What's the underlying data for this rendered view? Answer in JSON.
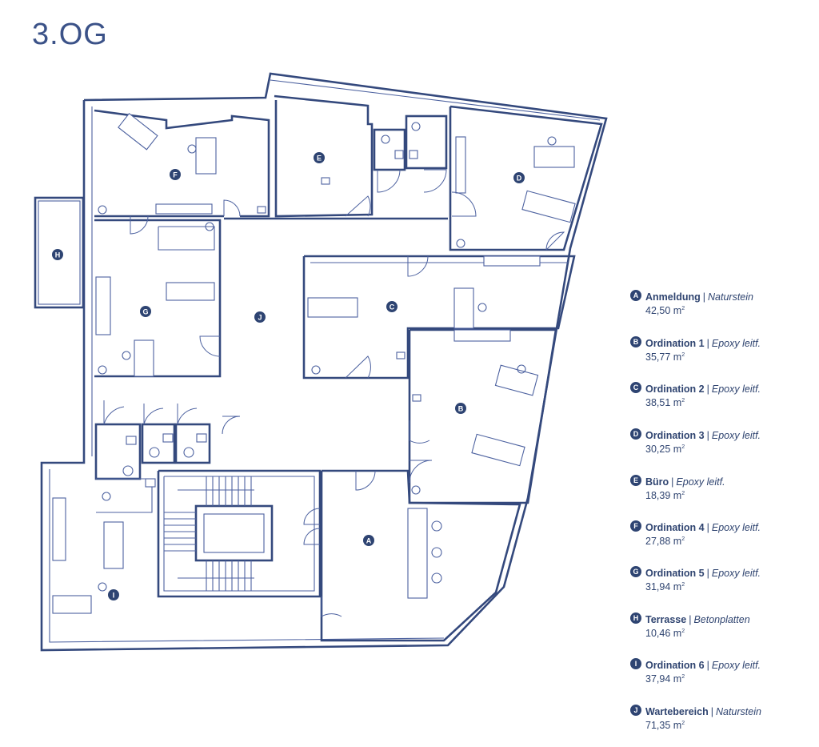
{
  "floor_title": "3.OG",
  "area_unit": "m",
  "area_unit_exp": "2",
  "rooms": [
    {
      "id": "A",
      "name": "Anmeldung",
      "material": "Naturstein",
      "area": "42,50"
    },
    {
      "id": "B",
      "name": "Ordination 1",
      "material": "Epoxy leitf.",
      "area": "35,77"
    },
    {
      "id": "C",
      "name": "Ordination 2",
      "material": "Epoxy leitf.",
      "area": "38,51"
    },
    {
      "id": "D",
      "name": "Ordination 3",
      "material": "Epoxy leitf.",
      "area": "30,25"
    },
    {
      "id": "E",
      "name": "Büro",
      "material": "Epoxy leitf.",
      "area": "18,39"
    },
    {
      "id": "F",
      "name": "Ordination 4",
      "material": "Epoxy leitf.",
      "area": "27,88"
    },
    {
      "id": "G",
      "name": "Ordination 5",
      "material": "Epoxy leitf.",
      "area": "31,94"
    },
    {
      "id": "H",
      "name": "Terrasse",
      "material": "Betonplatten",
      "area": "10,46"
    },
    {
      "id": "I",
      "name": "Ordination 6",
      "material": "Epoxy leitf.",
      "area": "37,94"
    },
    {
      "id": "J",
      "name": "Wartebereich",
      "material": "Naturstein",
      "area": "71,35"
    }
  ]
}
